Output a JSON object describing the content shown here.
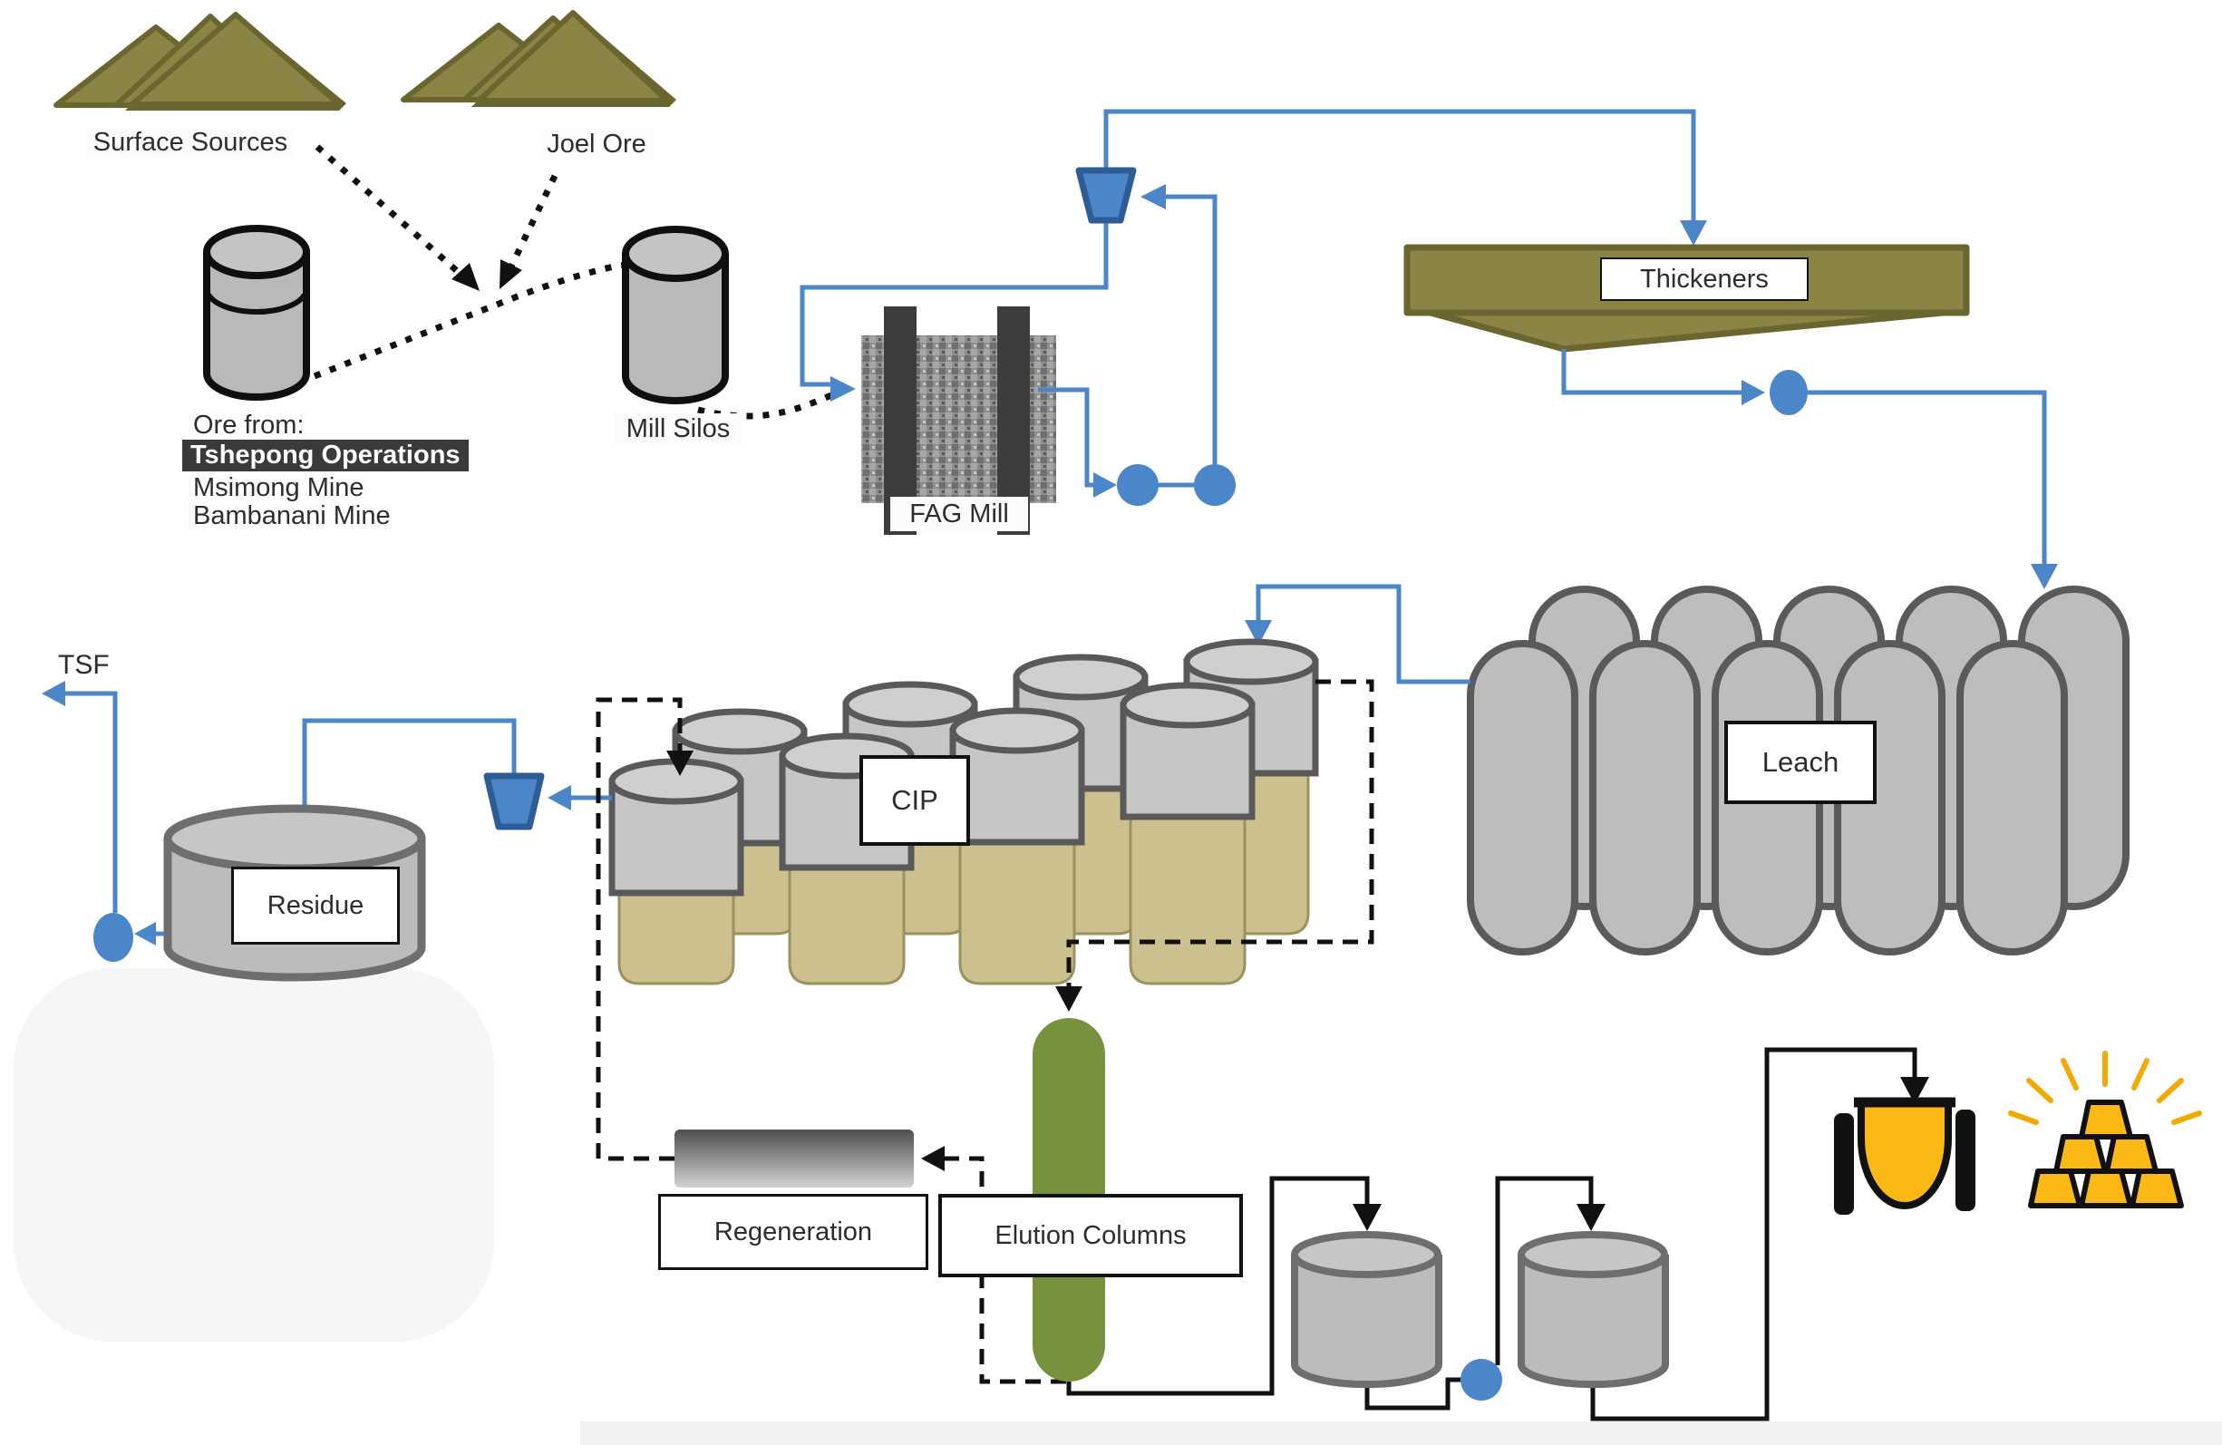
{
  "diagram": {
    "title_hint": "Gold plant process flow",
    "sources": {
      "surface": "Surface Sources",
      "joel": "Joel Ore"
    },
    "ore_from": {
      "heading": "Ore from:",
      "highlighted": "Tshepong Operations",
      "mines": [
        "Msimong Mine",
        "Bambanani Mine"
      ]
    },
    "units": {
      "mill_silos": "Mill Silos",
      "fag_mill": "FAG Mill",
      "thickeners": "Thickeners",
      "leach": "Leach",
      "cip": "CIP",
      "residue": "Residue",
      "tsf": "TSF",
      "regeneration": "Regeneration",
      "elution_columns": "Elution Columns"
    },
    "icons": [
      "mountains-icon",
      "silo-icon",
      "mill-icon",
      "cyclone-funnel-icon",
      "pump-icon",
      "thickener-icon",
      "leach-tank-icon",
      "cip-tank-icon",
      "residue-tank-icon",
      "elution-column-icon",
      "regeneration-bar-icon",
      "eluate-tank-icon",
      "smelting-furnace-icon",
      "gold-bars-icon"
    ],
    "flows": [
      {
        "from": "Surface Sources",
        "to": "Ore convergence",
        "style": "dotted"
      },
      {
        "from": "Joel Ore",
        "to": "Ore convergence",
        "style": "dotted"
      },
      {
        "from": "Ore silo",
        "to": "Mill Silos",
        "style": "dotted"
      },
      {
        "from": "Mill Silos",
        "to": "FAG Mill",
        "style": "dotted"
      },
      {
        "from": "FAG Mill",
        "to": "Pumps",
        "style": "blue"
      },
      {
        "from": "Pumps",
        "to": "Cyclone",
        "style": "blue"
      },
      {
        "from": "Cyclone underflow",
        "to": "FAG Mill",
        "style": "blue"
      },
      {
        "from": "Cyclone overflow",
        "to": "Thickeners",
        "style": "blue"
      },
      {
        "from": "Thickeners",
        "to": "Pump",
        "style": "blue"
      },
      {
        "from": "Pump",
        "to": "Leach",
        "style": "blue"
      },
      {
        "from": "Leach",
        "to": "CIP",
        "style": "blue"
      },
      {
        "from": "CIP",
        "to": "Cyclone 2",
        "style": "blue"
      },
      {
        "from": "Cyclone 2",
        "to": "Residue",
        "style": "blue"
      },
      {
        "from": "Residue",
        "to": "Pump",
        "style": "blue"
      },
      {
        "from": "Pump",
        "to": "TSF",
        "style": "blue"
      },
      {
        "from": "CIP",
        "to": "Elution Columns",
        "style": "dashed"
      },
      {
        "from": "Elution Columns",
        "to": "Regeneration",
        "style": "dashed"
      },
      {
        "from": "Regeneration",
        "to": "CIP",
        "style": "dashed"
      },
      {
        "from": "Elution Columns",
        "to": "Eluate Tank 1",
        "style": "solid"
      },
      {
        "from": "Eluate Tank 1",
        "to": "Eluate Tank 2",
        "style": "solid"
      },
      {
        "from": "Eluate Tank 2",
        "to": "Smelting Furnace",
        "style": "solid"
      },
      {
        "from": "Smelting Furnace",
        "to": "Gold",
        "style": "adjacent"
      }
    ],
    "colors": {
      "line_blue": "#4a86c8",
      "fill_blue": "#4a86c8",
      "blue_dark": "#2e5d96",
      "olive": "#8a8545",
      "olive_dark": "#6b6530",
      "tank_gray": "#b9b9b9",
      "tank_stroke": "#595959",
      "tan": "#cbc08e",
      "green": "#76923c",
      "gold": "#fdb913",
      "black": "#111111",
      "highlight_bg": "#3a3a3a"
    }
  }
}
